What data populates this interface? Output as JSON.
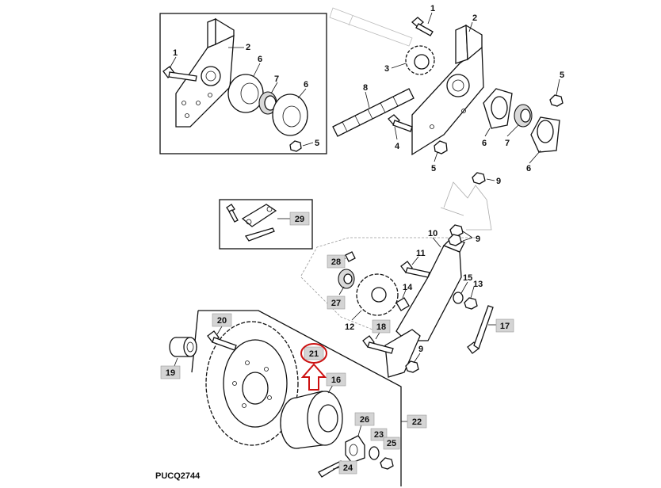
{
  "figure_code": "PUCQ2744",
  "highlight_color": "#cc1111",
  "labels": {
    "n1a": "1",
    "n2a": "2",
    "n6a": "6",
    "n7a": "7",
    "n6b": "6",
    "n5a": "5",
    "n1b": "1",
    "n2b": "2",
    "n3": "3",
    "n8": "8",
    "n4": "4",
    "n5b": "5",
    "n6c": "6",
    "n7b": "7",
    "n6d": "6",
    "n5c": "5",
    "n9a": "9",
    "n10": "10",
    "n9b": "9",
    "n11": "11",
    "n14": "14",
    "n15": "15",
    "n13": "13",
    "n12": "12",
    "n9c": "9"
  },
  "callouts": {
    "c29": "29",
    "c28": "28",
    "c27": "27",
    "c18": "18",
    "c17": "17",
    "c20": "20",
    "c21": "21",
    "c19": "19",
    "c16": "16",
    "c26": "26",
    "c22": "22",
    "c23": "23",
    "c25": "25",
    "c24": "24"
  },
  "icons": [
    "hex-bolt-icon",
    "nut-icon",
    "bearing-icon",
    "sprocket-icon",
    "chain-icon",
    "arrow-up-icon"
  ]
}
